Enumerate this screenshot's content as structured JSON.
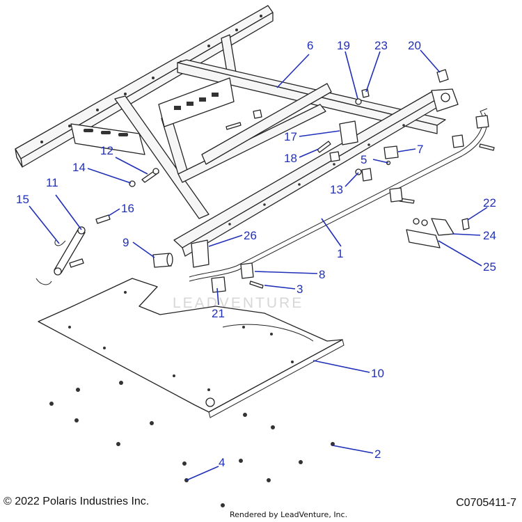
{
  "callouts": [
    {
      "id": "c1",
      "label": "1"
    },
    {
      "id": "c2",
      "label": "2"
    },
    {
      "id": "c3",
      "label": "3"
    },
    {
      "id": "c4",
      "label": "4"
    },
    {
      "id": "c5",
      "label": "5"
    },
    {
      "id": "c6",
      "label": "6"
    },
    {
      "id": "c7",
      "label": "7"
    },
    {
      "id": "c8",
      "label": "8"
    },
    {
      "id": "c9",
      "label": "9"
    },
    {
      "id": "c10",
      "label": "10"
    },
    {
      "id": "c11",
      "label": "11"
    },
    {
      "id": "c12",
      "label": "12"
    },
    {
      "id": "c13",
      "label": "13"
    },
    {
      "id": "c14",
      "label": "14"
    },
    {
      "id": "c15",
      "label": "15"
    },
    {
      "id": "c16",
      "label": "16"
    },
    {
      "id": "c17",
      "label": "17"
    },
    {
      "id": "c18",
      "label": "18"
    },
    {
      "id": "c19",
      "label": "19"
    },
    {
      "id": "c20",
      "label": "20"
    },
    {
      "id": "c21",
      "label": "21"
    },
    {
      "id": "c22",
      "label": "22"
    },
    {
      "id": "c23",
      "label": "23"
    },
    {
      "id": "c24",
      "label": "24"
    },
    {
      "id": "c25",
      "label": "25"
    },
    {
      "id": "c26",
      "label": "26"
    }
  ],
  "watermark": "LEADVENTURE",
  "footer": {
    "copyright": "© 2022 Polaris Industries Inc.",
    "rendered_by": "Rendered by LeadVenture, Inc.",
    "diagram_code": "C0705411-7"
  },
  "colors": {
    "callout": "#1f2fb8",
    "line": "#222222",
    "watermark": "#d7d7d7"
  }
}
